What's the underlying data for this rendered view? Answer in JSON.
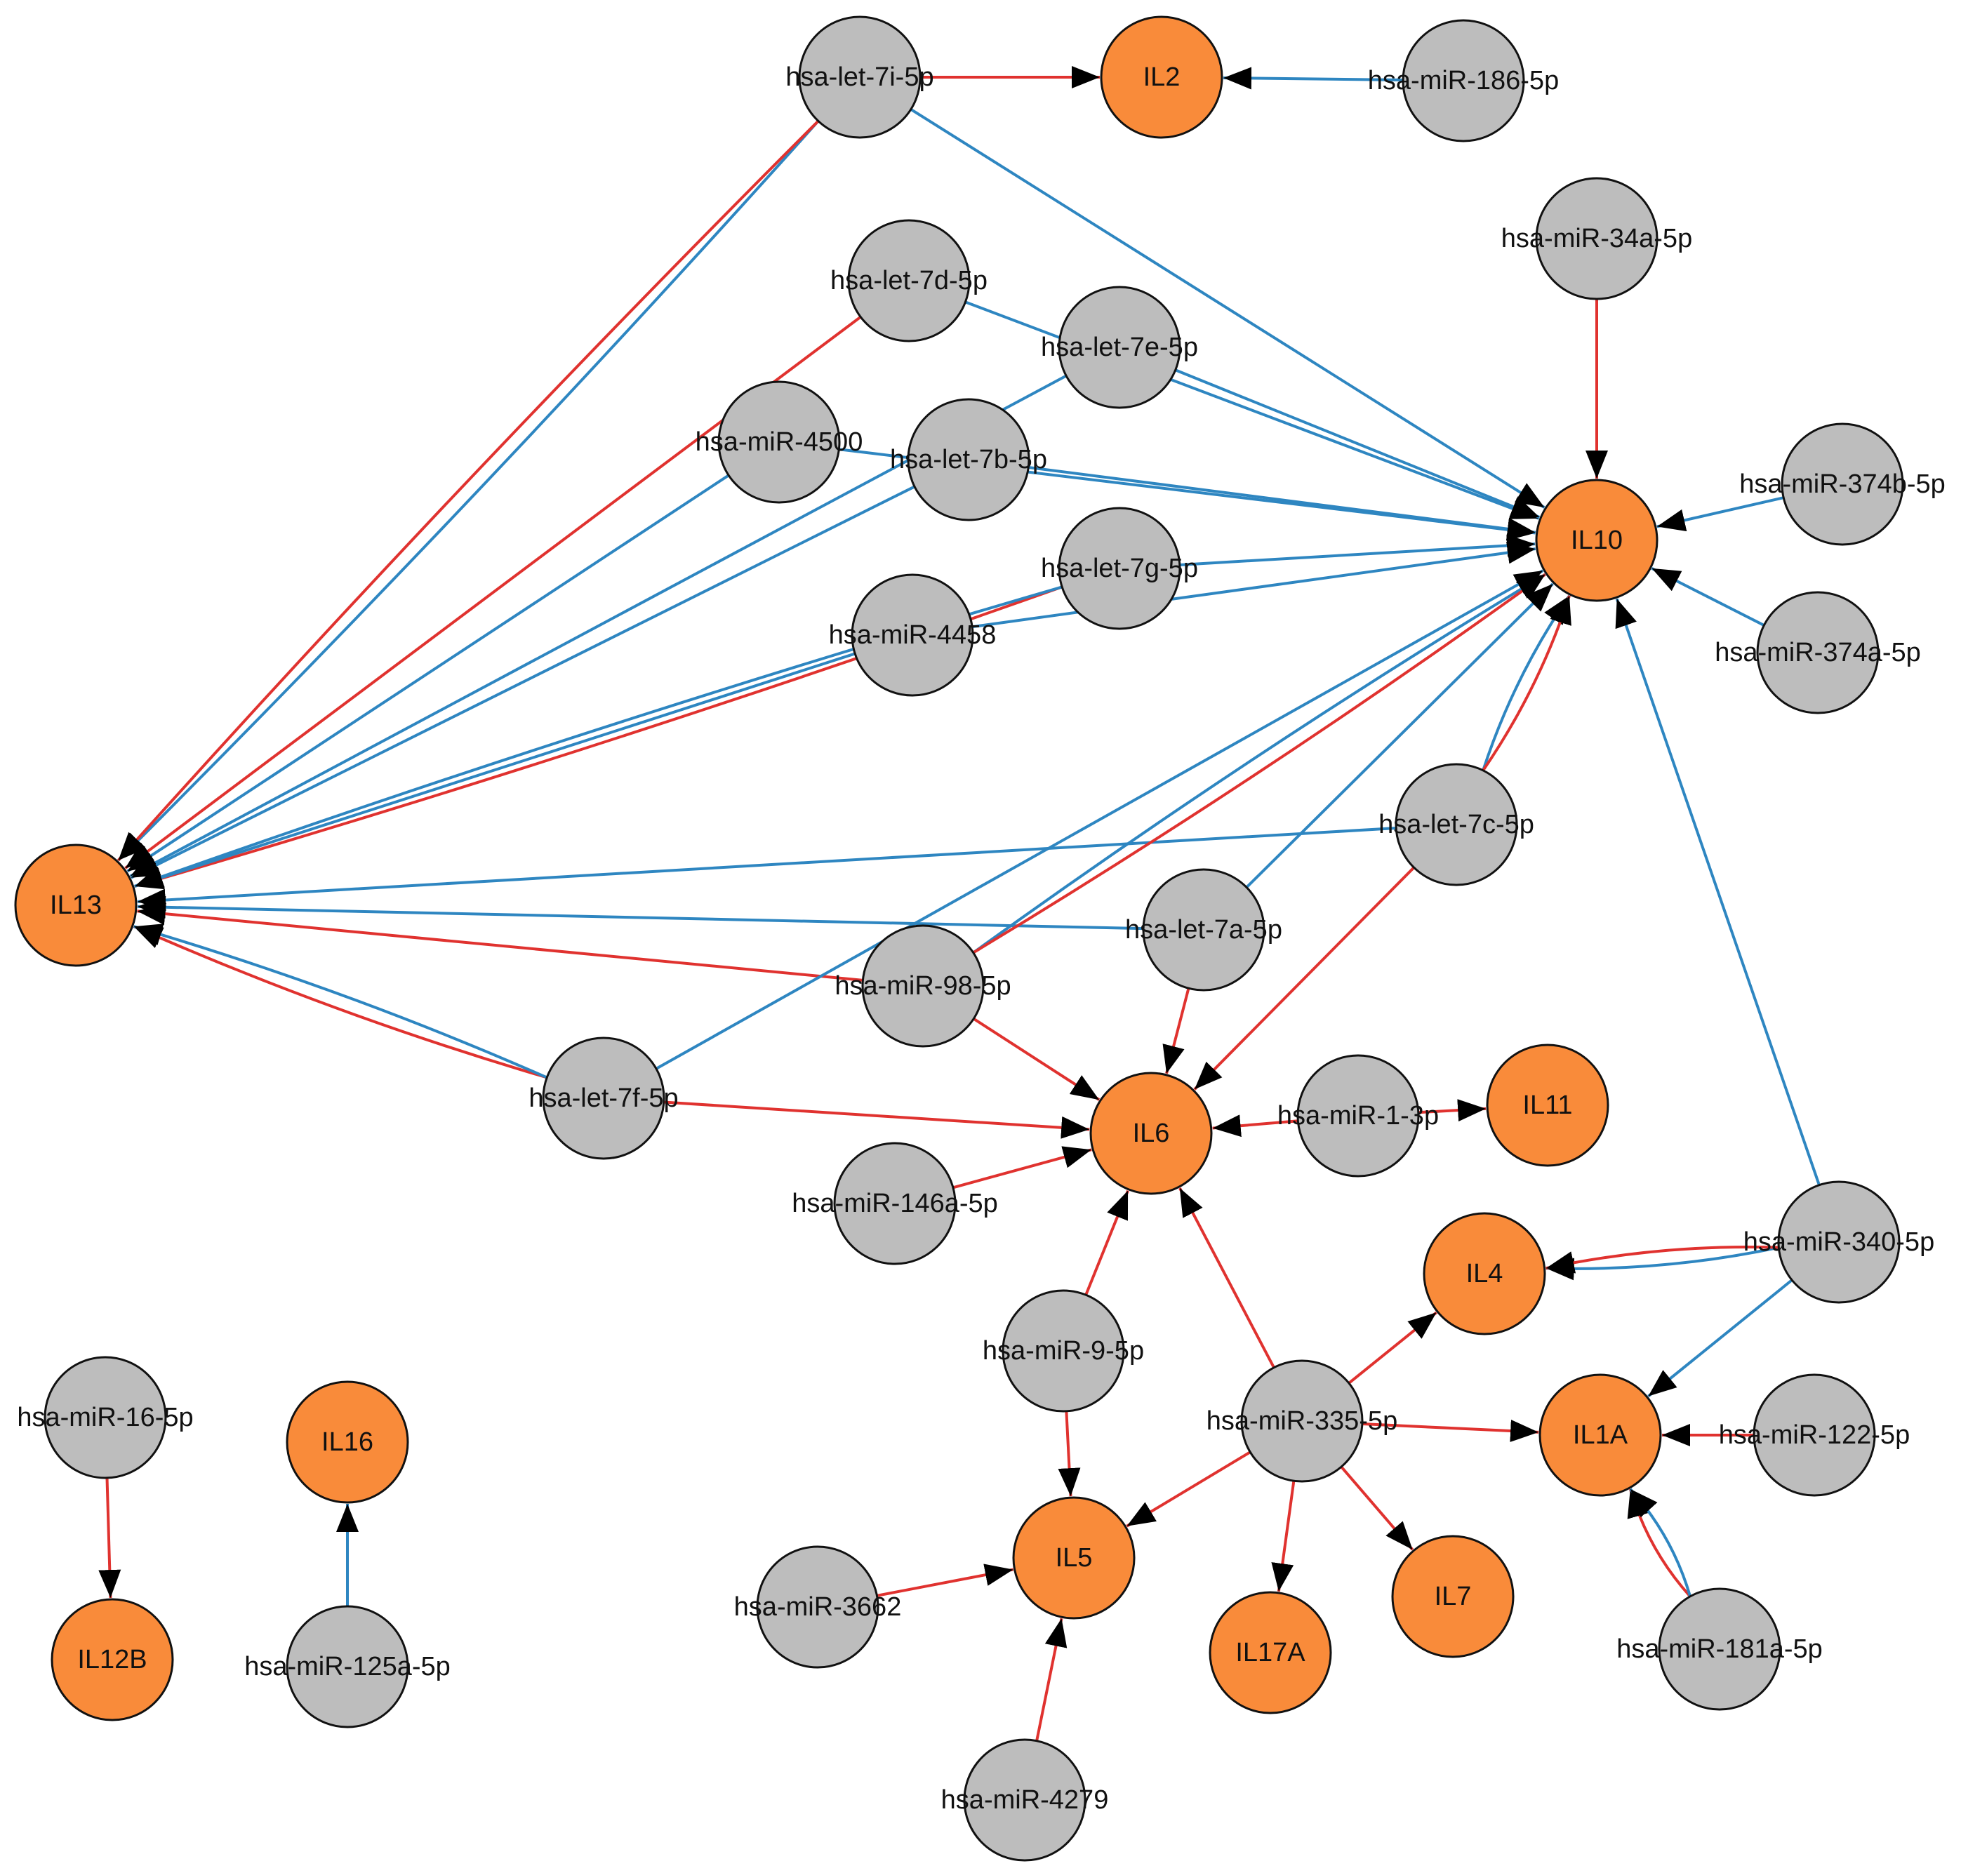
{
  "colors": {
    "gene_node": "#F98B3A",
    "mirna_node": "#BDBDBD",
    "edge_red": "#E0322F",
    "edge_blue": "#2E86C1",
    "arrow": "#000000"
  },
  "nodes": [
    {
      "id": "IL2",
      "label": "IL2",
      "type": "gene"
    },
    {
      "id": "IL10",
      "label": "IL10",
      "type": "gene"
    },
    {
      "id": "IL13",
      "label": "IL13",
      "type": "gene"
    },
    {
      "id": "IL6",
      "label": "IL6",
      "type": "gene"
    },
    {
      "id": "IL11",
      "label": "IL11",
      "type": "gene"
    },
    {
      "id": "IL4",
      "label": "IL4",
      "type": "gene"
    },
    {
      "id": "IL1A",
      "label": "IL1A",
      "type": "gene"
    },
    {
      "id": "IL5",
      "label": "IL5",
      "type": "gene"
    },
    {
      "id": "IL7",
      "label": "IL7",
      "type": "gene"
    },
    {
      "id": "IL17A",
      "label": "IL17A",
      "type": "gene"
    },
    {
      "id": "IL16",
      "label": "IL16",
      "type": "gene"
    },
    {
      "id": "IL12B",
      "label": "IL12B",
      "type": "gene"
    },
    {
      "id": "let7i",
      "label": "hsa-let-7i-5p",
      "type": "mirna"
    },
    {
      "id": "m186",
      "label": "hsa-miR-186-5p",
      "type": "mirna"
    },
    {
      "id": "m34a",
      "label": "hsa-miR-34a-5p",
      "type": "mirna"
    },
    {
      "id": "let7d",
      "label": "hsa-let-7d-5p",
      "type": "mirna"
    },
    {
      "id": "let7e",
      "label": "hsa-let-7e-5p",
      "type": "mirna"
    },
    {
      "id": "m4500",
      "label": "hsa-miR-4500",
      "type": "mirna"
    },
    {
      "id": "let7b",
      "label": "hsa-let-7b-5p",
      "type": "mirna"
    },
    {
      "id": "m374b",
      "label": "hsa-miR-374b-5p",
      "type": "mirna"
    },
    {
      "id": "let7g",
      "label": "hsa-let-7g-5p",
      "type": "mirna"
    },
    {
      "id": "m4458",
      "label": "hsa-miR-4458",
      "type": "mirna"
    },
    {
      "id": "m374a",
      "label": "hsa-miR-374a-5p",
      "type": "mirna"
    },
    {
      "id": "let7c",
      "label": "hsa-let-7c-5p",
      "type": "mirna"
    },
    {
      "id": "let7a",
      "label": "hsa-let-7a-5p",
      "type": "mirna"
    },
    {
      "id": "m98",
      "label": "hsa-miR-98-5p",
      "type": "mirna"
    },
    {
      "id": "let7f",
      "label": "hsa-let-7f-5p",
      "type": "mirna"
    },
    {
      "id": "m1",
      "label": "hsa-miR-1-3p",
      "type": "mirna"
    },
    {
      "id": "m146a",
      "label": "hsa-miR-146a-5p",
      "type": "mirna"
    },
    {
      "id": "m340",
      "label": "hsa-miR-340-5p",
      "type": "mirna"
    },
    {
      "id": "m9",
      "label": "hsa-miR-9-5p",
      "type": "mirna"
    },
    {
      "id": "m335",
      "label": "hsa-miR-335-5p",
      "type": "mirna"
    },
    {
      "id": "m122",
      "label": "hsa-miR-122-5p",
      "type": "mirna"
    },
    {
      "id": "m16",
      "label": "hsa-miR-16-5p",
      "type": "mirna"
    },
    {
      "id": "m125a",
      "label": "hsa-miR-125a-5p",
      "type": "mirna"
    },
    {
      "id": "m3662",
      "label": "hsa-miR-3662",
      "type": "mirna"
    },
    {
      "id": "m181a",
      "label": "hsa-miR-181a-5p",
      "type": "mirna"
    },
    {
      "id": "m4279",
      "label": "hsa-miR-4279",
      "type": "mirna"
    }
  ],
  "edges": [
    {
      "source": "let7i",
      "target": "IL2",
      "color": "red"
    },
    {
      "source": "m186",
      "target": "IL2",
      "color": "blue"
    },
    {
      "source": "let7i",
      "target": "IL13",
      "color": "blue"
    },
    {
      "source": "let7i",
      "target": "IL13",
      "color": "red"
    },
    {
      "source": "let7i",
      "target": "IL10",
      "color": "blue"
    },
    {
      "source": "let7d",
      "target": "IL13",
      "color": "red"
    },
    {
      "source": "let7d",
      "target": "IL10",
      "color": "blue"
    },
    {
      "source": "let7e",
      "target": "IL10",
      "color": "blue"
    },
    {
      "source": "let7e",
      "target": "IL13",
      "color": "blue"
    },
    {
      "source": "m4500",
      "target": "IL13",
      "color": "blue"
    },
    {
      "source": "m4500",
      "target": "IL10",
      "color": "blue"
    },
    {
      "source": "let7b",
      "target": "IL13",
      "color": "blue"
    },
    {
      "source": "let7b",
      "target": "IL10",
      "color": "blue"
    },
    {
      "source": "let7g",
      "target": "IL10",
      "color": "blue"
    },
    {
      "source": "let7g",
      "target": "IL13",
      "color": "red"
    },
    {
      "source": "let7g",
      "target": "IL13",
      "color": "blue"
    },
    {
      "source": "m4458",
      "target": "IL13",
      "color": "blue"
    },
    {
      "source": "m4458",
      "target": "IL10",
      "color": "blue"
    },
    {
      "source": "m34a",
      "target": "IL10",
      "color": "red"
    },
    {
      "source": "m374b",
      "target": "IL10",
      "color": "blue"
    },
    {
      "source": "m374a",
      "target": "IL10",
      "color": "blue"
    },
    {
      "source": "let7c",
      "target": "IL13",
      "color": "blue"
    },
    {
      "source": "let7c",
      "target": "IL10",
      "color": "blue"
    },
    {
      "source": "let7c",
      "target": "IL10",
      "color": "red"
    },
    {
      "source": "let7c",
      "target": "IL6",
      "color": "red"
    },
    {
      "source": "let7a",
      "target": "IL13",
      "color": "blue"
    },
    {
      "source": "let7a",
      "target": "IL10",
      "color": "blue"
    },
    {
      "source": "let7a",
      "target": "IL6",
      "color": "red"
    },
    {
      "source": "m98",
      "target": "IL13",
      "color": "red"
    },
    {
      "source": "m98",
      "target": "IL10",
      "color": "blue"
    },
    {
      "source": "m98",
      "target": "IL10",
      "color": "red"
    },
    {
      "source": "m98",
      "target": "IL6",
      "color": "red"
    },
    {
      "source": "let7f",
      "target": "IL13",
      "color": "red"
    },
    {
      "source": "let7f",
      "target": "IL13",
      "color": "blue"
    },
    {
      "source": "let7f",
      "target": "IL10",
      "color": "blue"
    },
    {
      "source": "let7f",
      "target": "IL6",
      "color": "red"
    },
    {
      "source": "m1",
      "target": "IL6",
      "color": "red"
    },
    {
      "source": "m1",
      "target": "IL11",
      "color": "red"
    },
    {
      "source": "m146a",
      "target": "IL6",
      "color": "red"
    },
    {
      "source": "m9",
      "target": "IL6",
      "color": "red"
    },
    {
      "source": "m9",
      "target": "IL5",
      "color": "red"
    },
    {
      "source": "m335",
      "target": "IL6",
      "color": "red"
    },
    {
      "source": "m335",
      "target": "IL4",
      "color": "red"
    },
    {
      "source": "m335",
      "target": "IL1A",
      "color": "red"
    },
    {
      "source": "m335",
      "target": "IL5",
      "color": "red"
    },
    {
      "source": "m335",
      "target": "IL17A",
      "color": "red"
    },
    {
      "source": "m335",
      "target": "IL7",
      "color": "red"
    },
    {
      "source": "m340",
      "target": "IL10",
      "color": "blue"
    },
    {
      "source": "m340",
      "target": "IL4",
      "color": "blue"
    },
    {
      "source": "m340",
      "target": "IL4",
      "color": "red"
    },
    {
      "source": "m340",
      "target": "IL1A",
      "color": "blue"
    },
    {
      "source": "m122",
      "target": "IL1A",
      "color": "red"
    },
    {
      "source": "m181a",
      "target": "IL1A",
      "color": "red"
    },
    {
      "source": "m181a",
      "target": "IL1A",
      "color": "blue"
    },
    {
      "source": "m3662",
      "target": "IL5",
      "color": "red"
    },
    {
      "source": "m4279",
      "target": "IL5",
      "color": "red"
    },
    {
      "source": "m16",
      "target": "IL12B",
      "color": "red"
    },
    {
      "source": "m125a",
      "target": "IL16",
      "color": "blue"
    }
  ]
}
